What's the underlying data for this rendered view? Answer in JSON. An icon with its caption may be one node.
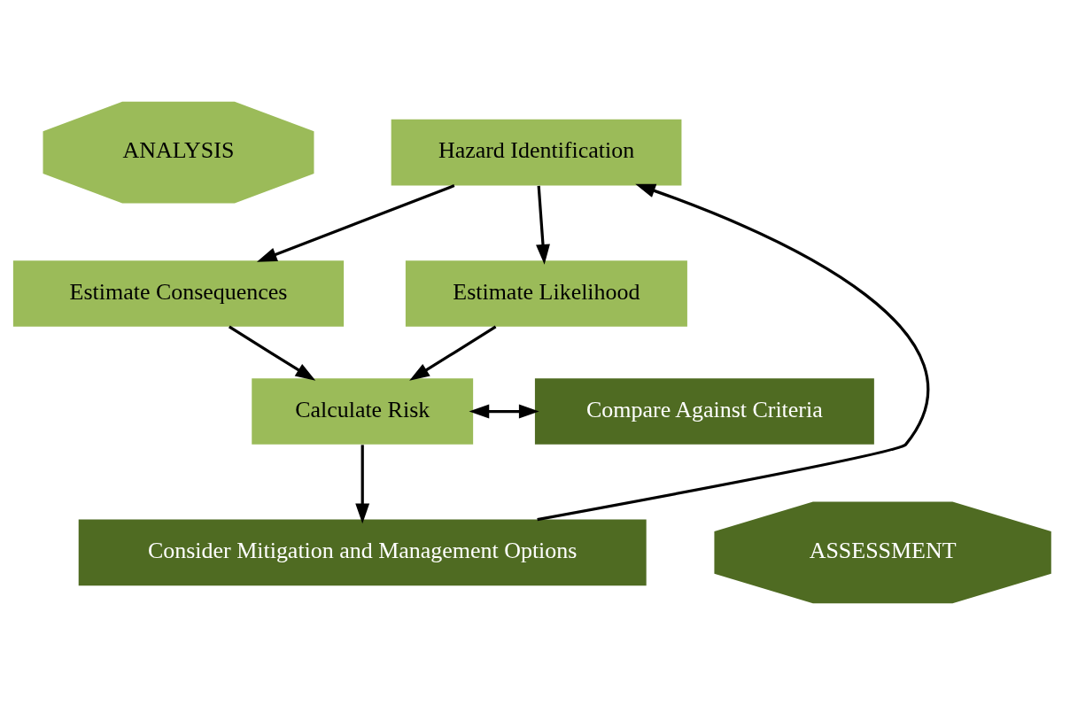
{
  "diagram": {
    "nodes": [
      {
        "text": [
          "Hazard Identification"
        ]
      },
      {
        "text": [
          "Estimate Consequences"
        ]
      },
      {
        "text": [
          "Estimate Likelihood"
        ]
      },
      {
        "text": [
          "Calculate Risk"
        ]
      },
      {
        "text": [
          "Compare Against Criteria"
        ]
      },
      {
        "text": [
          "Consider Mitigation and Management Options"
        ]
      },
      {
        "text": [
          "ANALYSIS"
        ]
      },
      {
        "text": [
          "ASSESSMENT"
        ]
      }
    ],
    "edges": [
      {
        "from": 0,
        "to": 1,
        "arrow": "to"
      },
      {
        "from": 0,
        "to": 2,
        "arrow": "to"
      },
      {
        "from": 1,
        "to": 3,
        "arrow": "to"
      },
      {
        "from": 2,
        "to": 3,
        "arrow": "to"
      },
      {
        "from": 3,
        "to": 4,
        "arrow": "both"
      },
      {
        "from": 3,
        "to": 5,
        "arrow": "to"
      },
      {
        "from": 5,
        "to": 0,
        "arrow": "to"
      }
    ]
  }
}
